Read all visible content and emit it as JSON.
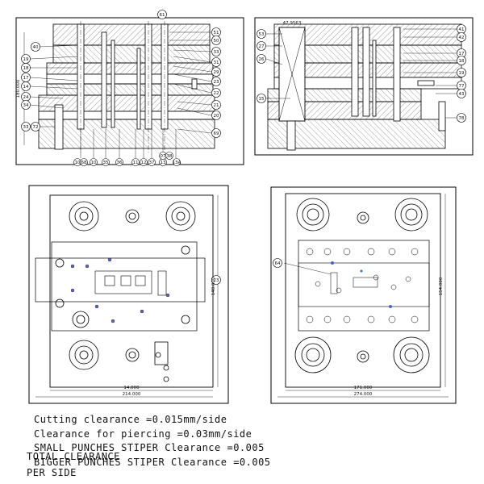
{
  "views": {
    "top_left_section": {
      "top_callout": "61",
      "left_callouts": [
        "40",
        "19",
        "18",
        "17",
        "14",
        "24",
        "34",
        "33",
        "72"
      ],
      "right_callouts": [
        "51",
        "50",
        "33",
        "31",
        "29",
        "23",
        "22",
        "21",
        "20",
        "69"
      ],
      "bottom_callouts": [
        "10",
        "68",
        "10",
        "35",
        "36",
        "11",
        "12",
        "37",
        "13",
        "07",
        "38",
        "13A"
      ],
      "left_dimension": "180.000"
    },
    "top_right_section": {
      "left_callouts": [
        "53",
        "27",
        "26",
        "15"
      ],
      "right_callouts": [
        "41",
        "42",
        "17",
        "18",
        "19",
        "77",
        "43",
        "78"
      ],
      "top_dimension": "47.9563"
    },
    "bottom_left_plan": {
      "callout": "23",
      "bottom_dimensions": [
        "14.000",
        "214.000"
      ],
      "right_dimension": "148.000"
    },
    "bottom_right_plan": {
      "callout": "64",
      "bottom_dimensions": [
        "171.000",
        "274.000"
      ],
      "right_dimension": "154.000"
    }
  },
  "notes": {
    "cutting": "Cutting clearance =0.015mm/side",
    "piercing": "Clearance for piercing  =0.03mm/side",
    "small": "SMALL  PUNCHES STIPER Clearance  =0.005",
    "total": "TOTAL CLEARANCE",
    "bigger": "BIGGER PUNCHES STIPER Clearance  =0.005",
    "per_side": "PER SIDE"
  }
}
